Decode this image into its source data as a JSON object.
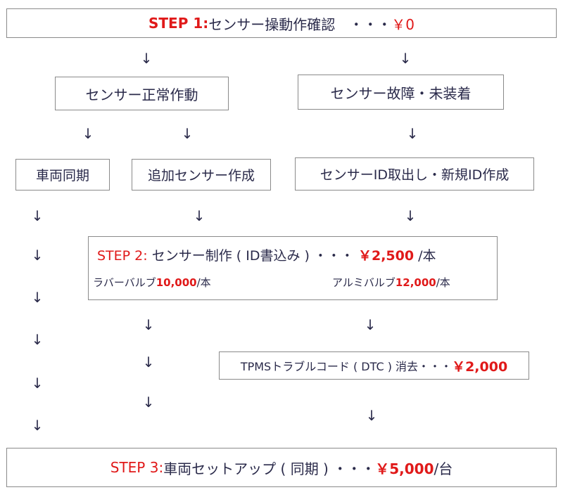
{
  "colors": {
    "accent_red": "#e01919",
    "text": "#2a2a4a",
    "border": "#8a8a8a"
  },
  "arrow_glyph": "↓",
  "step1": {
    "label": "STEP 1:",
    "text": " センサー操動作確認　・・・",
    "price": "￥0"
  },
  "normal": "センサー正常作動",
  "fault": "センサー故障・未装着",
  "sync": "車両同期",
  "add": "追加センサー作成",
  "newid": "センサーID取出し・新規ID作成",
  "step2": {
    "label": "STEP 2:",
    "text": " センサー制作 ( ID書込み ) ・・・",
    "price": "￥2,500",
    "unit": "/本",
    "rubber_label": "ラバーバルブ",
    "rubber_price": "10,000",
    "rubber_unit": "/本",
    "alu_label": "アルミバルブ",
    "alu_price": "12,000",
    "alu_unit": "/本"
  },
  "dtc": {
    "text": "TPMSトラブルコード ( DTC ) 消去・・・",
    "price": "￥2,000"
  },
  "step3": {
    "label": "STEP 3:",
    "text": " 車両セットアップ ( 同期 ) ・・・",
    "price": "￥5,000",
    "unit": "/台"
  }
}
